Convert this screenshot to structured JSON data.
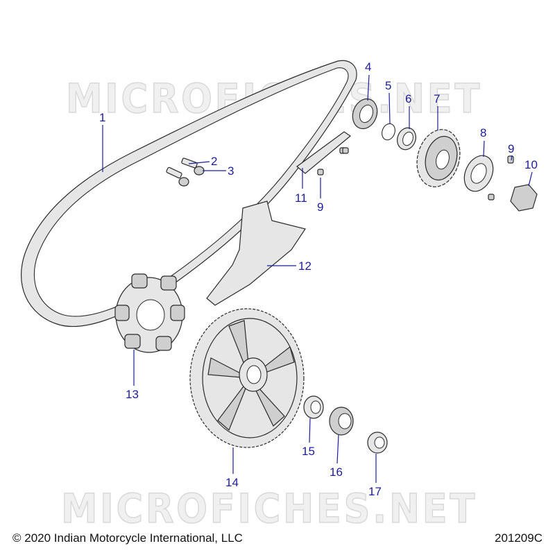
{
  "watermark": "MICROFICHES.NET",
  "callouts": [
    "1",
    "2",
    "3",
    "4",
    "5",
    "6",
    "7",
    "8",
    "9",
    "9",
    "10",
    "11",
    "12",
    "13",
    "14",
    "15",
    "16",
    "17"
  ],
  "copyright": "© 2020 Indian Motorcycle International, LLC",
  "figure_id": "201209C"
}
